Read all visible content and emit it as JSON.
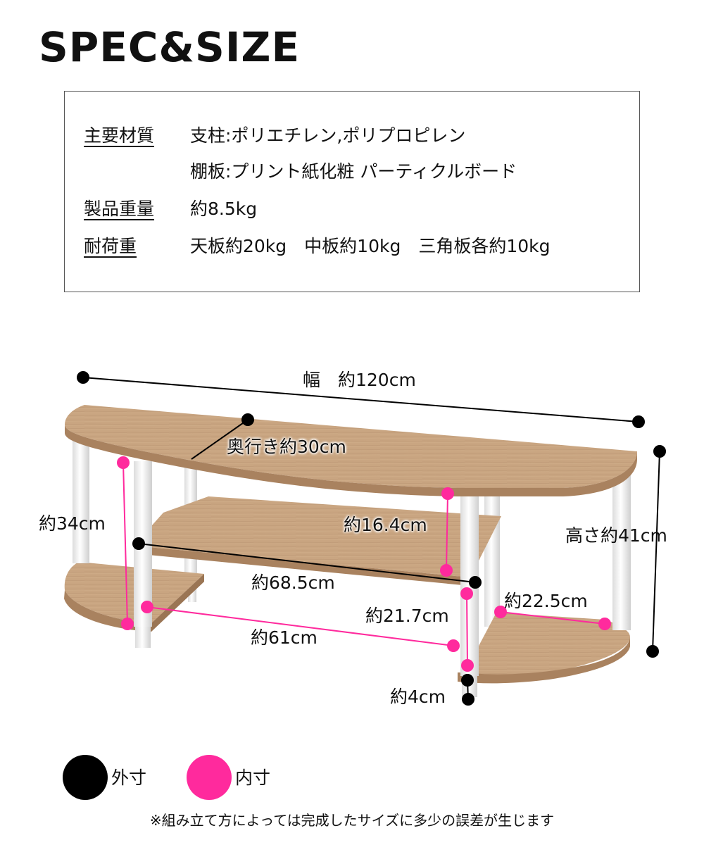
{
  "header": {
    "title": "SPEC&SIZE"
  },
  "spec": {
    "rows": [
      {
        "label": "主要材質",
        "value": "支柱:ポリエチレン,ポリプロピレン"
      },
      {
        "label": "",
        "value": "棚板:プリント紙化粧 パーティクルボード"
      },
      {
        "label": "製品重量",
        "value": "約8.5kg"
      },
      {
        "label": "耐荷重",
        "value": "天板約20kg　中板約10kg　三角板各約10kg"
      }
    ]
  },
  "dimensions": {
    "width": "幅　約120cm",
    "depth": "奥行き約30cm",
    "height": "高さ約41cm",
    "inner_height_left": "約34cm",
    "mid_shelf_clearance": "約16.4cm",
    "mid_shelf_width": "約68.5cm",
    "lower_clearance": "約21.7cm",
    "corner_shelf_width": "約22.5cm",
    "inner_width": "約61cm",
    "foot_height": "約4cm"
  },
  "legend": {
    "outer": {
      "label": "外寸",
      "color": "#000000"
    },
    "inner": {
      "label": "内寸",
      "color": "#ff2a9d"
    }
  },
  "colors": {
    "wood": "#c8a47f",
    "wood_edge": "#a9825f",
    "pillar": "#f4f4f4",
    "outer_marker": "#000000",
    "inner_marker": "#ff2a9d"
  },
  "footnote": "※組み立て方によっては完成したサイズに多少の誤差が生じます"
}
